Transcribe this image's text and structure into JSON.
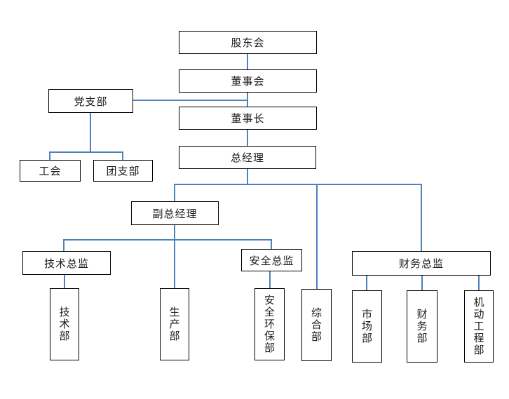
{
  "diagram": {
    "type": "org-chart",
    "language": "zh-CN"
  },
  "colors": {
    "connector": "#4f81bd",
    "box_border": "#000000",
    "box_background": "#ffffff",
    "text": "#1a1a1a",
    "page_background": "#ffffff"
  },
  "nodes": {
    "shareholders": {
      "label": "股东会"
    },
    "board": {
      "label": "董事会"
    },
    "party_branch": {
      "label": "党支部"
    },
    "chairman": {
      "label": "董事长"
    },
    "general_manager": {
      "label": "总经理"
    },
    "labor_union": {
      "label": "工会"
    },
    "youth_league": {
      "label": "团支部"
    },
    "deputy_gm": {
      "label": "副总经理"
    },
    "tech_director": {
      "label": "技术总监"
    },
    "safety_director": {
      "label": "安全总监"
    },
    "finance_director": {
      "label": "财务总监"
    },
    "tech_dept": {
      "label": "技术部"
    },
    "production_dept": {
      "label": "生产部"
    },
    "safety_env_dept": {
      "label": "安全环保部"
    },
    "general_dept": {
      "label": "综合部"
    },
    "marketing_dept": {
      "label": "市场部"
    },
    "finance_dept": {
      "label": "财务部"
    },
    "mech_eng_dept": {
      "label": "机动工程部"
    }
  },
  "edges": [
    {
      "from": "shareholders",
      "to": "board"
    },
    {
      "from": "board",
      "to": "chairman"
    },
    {
      "from": "party_branch",
      "to": "chairman"
    },
    {
      "from": "party_branch",
      "to": "labor_union"
    },
    {
      "from": "party_branch",
      "to": "youth_league"
    },
    {
      "from": "chairman",
      "to": "general_manager"
    },
    {
      "from": "general_manager",
      "to": "deputy_gm"
    },
    {
      "from": "general_manager",
      "to": "general_dept"
    },
    {
      "from": "general_manager",
      "to": "finance_director"
    },
    {
      "from": "deputy_gm",
      "to": "tech_director"
    },
    {
      "from": "deputy_gm",
      "to": "production_dept"
    },
    {
      "from": "deputy_gm",
      "to": "safety_director"
    },
    {
      "from": "tech_director",
      "to": "tech_dept"
    },
    {
      "from": "safety_director",
      "to": "safety_env_dept"
    },
    {
      "from": "finance_director",
      "to": "marketing_dept"
    },
    {
      "from": "finance_director",
      "to": "finance_dept"
    },
    {
      "from": "finance_director",
      "to": "mech_eng_dept"
    }
  ]
}
